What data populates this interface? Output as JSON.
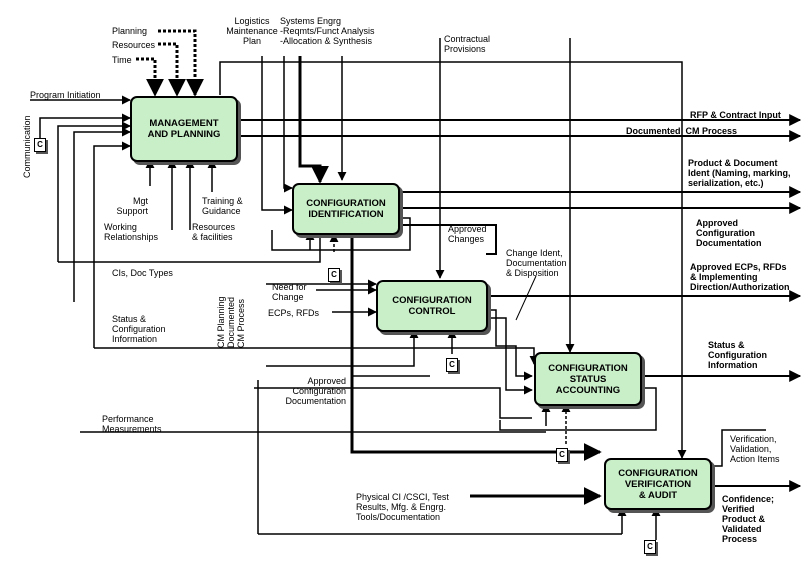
{
  "boxes": {
    "mgmt": "MANAGEMENT\nAND PLANNING",
    "ident": "CONFIGURATION\nIDENTIFICATION",
    "control": "CONFIGURATION\nCONTROL",
    "status": "CONFIGURATION\nSTATUS\nACCOUNTING",
    "verify": "CONFIGURATION\nVERIFICATION\n& AUDIT"
  },
  "c_label": "C",
  "inputs": {
    "planning": "Planning",
    "resources": "Resources",
    "time": "Time",
    "logistics": "Logistics\nMaintenance\nPlan",
    "sys_engrg": "Systems Engrg\n-Reqmts/Funct Analysis\n-Allocation & Synthesis",
    "contractual": "Contractual\nProvisions",
    "program_init": "Program Initiation",
    "communication": "Communication",
    "mgt_support": "Mgt\nSupport",
    "working_rel": "Working\nRelationships",
    "res_facilities": "Resources\n& facilities",
    "training": "Training &\nGuidance",
    "cis_doc": "CIs, Doc Types",
    "status_config": "Status &\nConfiguration\nInformation",
    "cm_planning": "CM Planning\nDocumented\nCM Process",
    "need_change": "Need for\nChange",
    "ecps": "ECPs, RFDs",
    "approved_changes": "Approved\nChanges",
    "change_ident": "Change Ident,\nDocumentation\n& Disposition",
    "approved_config_in": "Approved\nConfiguration\nDocumentation",
    "perf_meas": "Performance\nMeasurements",
    "physical": "Physical CI /CSCI, Test\nResults, Mfg. & Engrg.\nTools/Documentation"
  },
  "outputs": {
    "rfp": "RFP & Contract Input",
    "doc_cm": "Documented  CM Process",
    "prod_doc": "Product & Document\nIdent (Naming, marking,\nserialization, etc.)",
    "approved_config": "Approved\nConfiguration\nDocumentation",
    "approved_ecps": "Approved ECPs, RFDs\n& Implementing\nDirection/Authorization",
    "status_info": "Status &\nConfiguration\nInformation",
    "verif": "Verification,\nValidation,\nAction Items",
    "confidence": "Confidence;\nVerified\nProduct &\nValidated\nProcess"
  }
}
